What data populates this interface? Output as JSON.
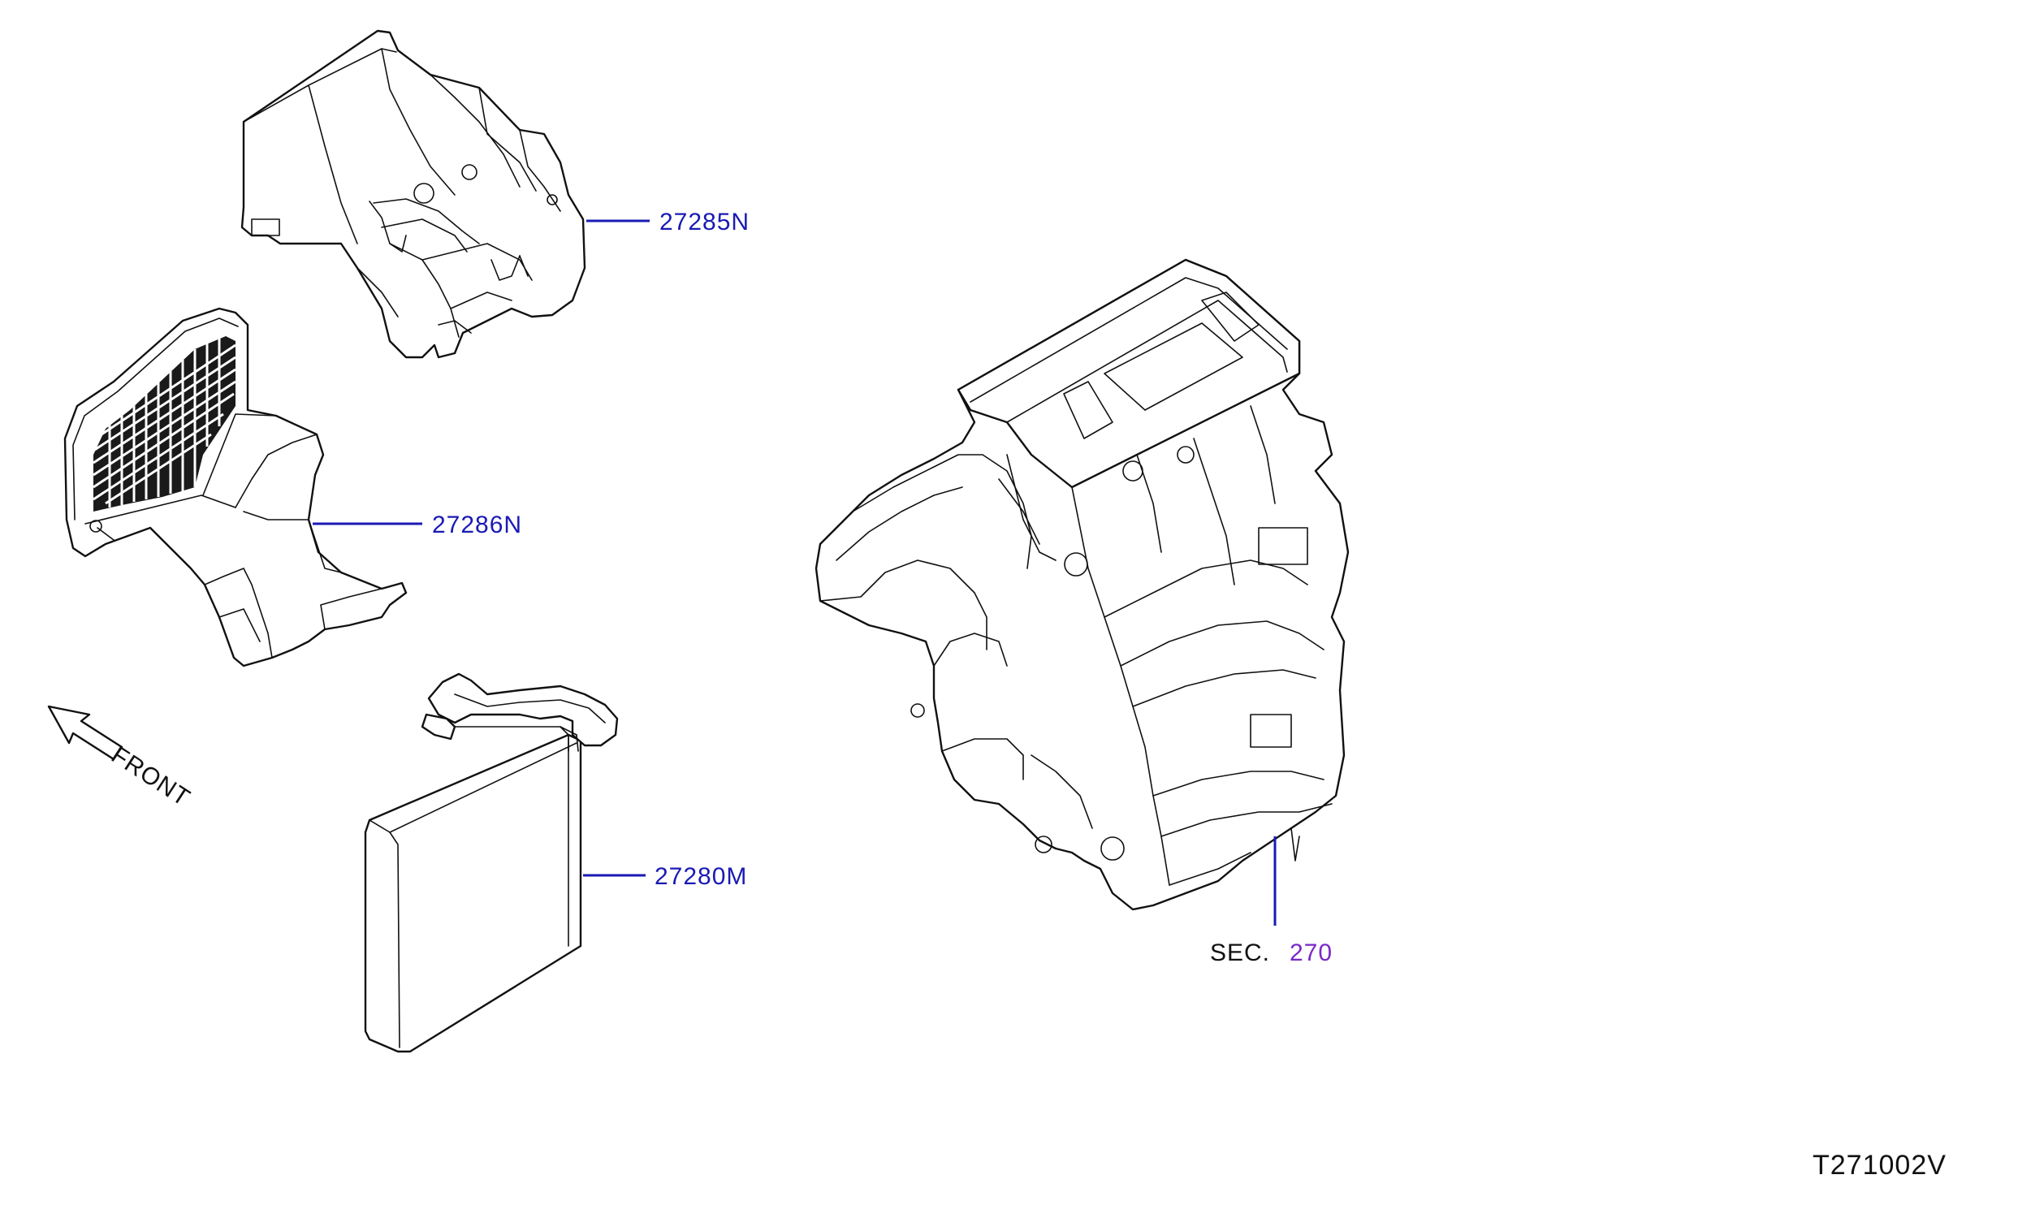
{
  "labels": {
    "part_27285n": "27285N",
    "part_27286n": "27286N",
    "part_27280m": "27280M",
    "sec_prefix": "SEC.",
    "sec_number": "270",
    "front": "FRONT",
    "drawing_code": "T271002V"
  },
  "colors": {
    "part_number": "#1a1ab4",
    "section_ref": "#7a28c8",
    "line_art": "#111111",
    "background": "#ffffff"
  }
}
